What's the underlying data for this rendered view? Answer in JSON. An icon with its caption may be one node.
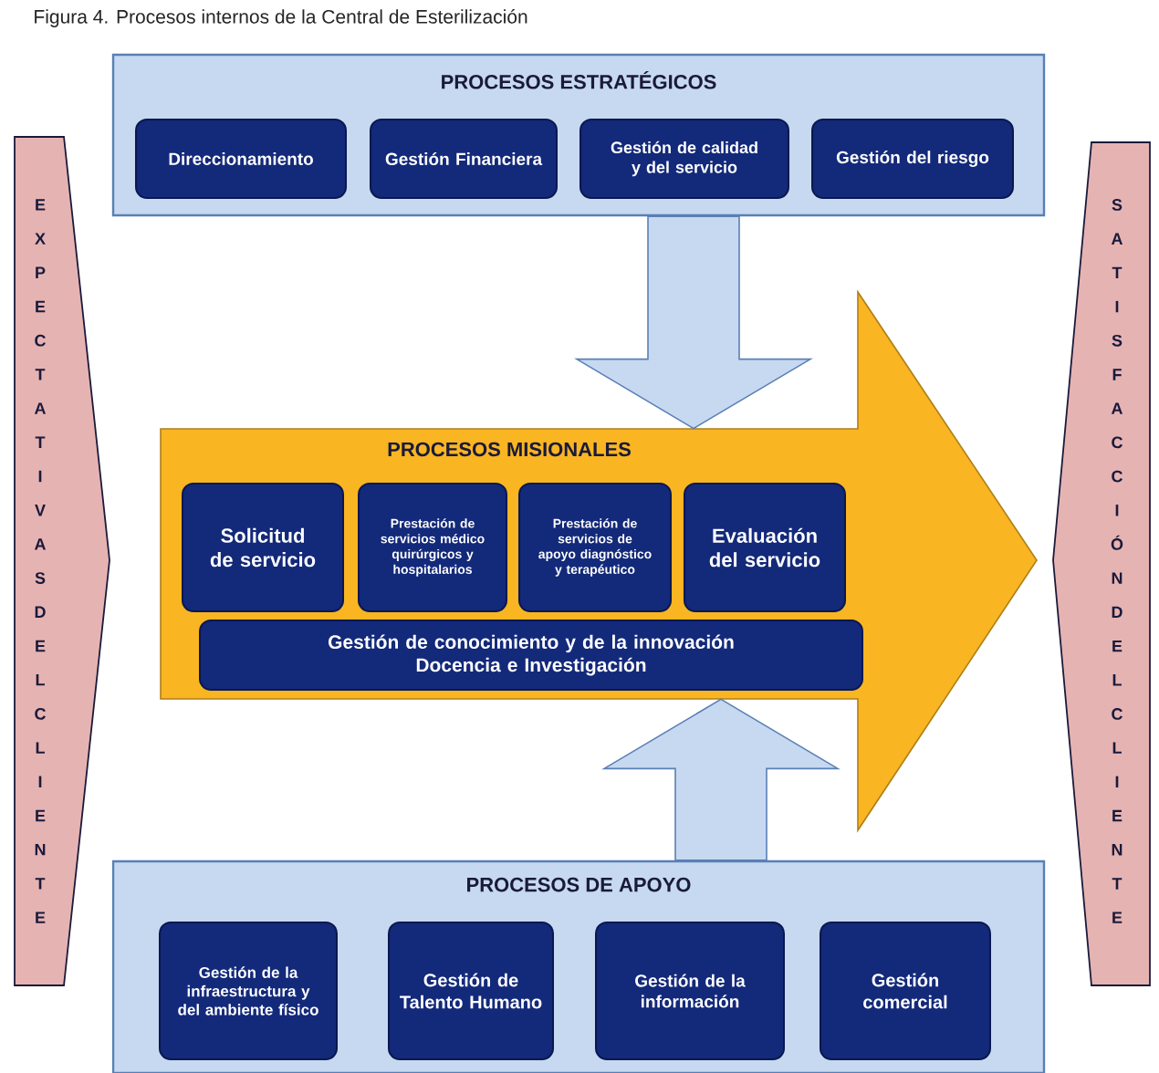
{
  "diagram": {
    "title": "Figura 4. Procesos internos de la Central de Esterilización",
    "nodes": [
      {
        "text": [
          "PROCESOS ESTRATÉGICOS"
        ]
      },
      {
        "text": [
          "Direccionamiento"
        ],
        "in": 0
      },
      {
        "text": [
          "Gestión Financiera"
        ],
        "in": 0
      },
      {
        "text": [
          "Gestión de calidad y del servicio"
        ],
        "in": 0
      },
      {
        "text": [
          "Gestión del riesgo"
        ],
        "in": 0
      },
      {
        "text": [
          "PROCESOS MISIONALES"
        ]
      },
      {
        "text": [
          "Solicitud de servicio"
        ],
        "in": 5
      },
      {
        "text": [
          "Prestación de servicios médico quirúrgicos y hospitalarios"
        ],
        "in": 5
      },
      {
        "text": [
          "Prestación de servicios de apoyo diagnóstico y terapéutico"
        ],
        "in": 5
      },
      {
        "text": [
          "Evaluación del servicio"
        ],
        "in": 5
      },
      {
        "text": [
          "Gestión de conocimiento y de la innovación",
          "Docencia e Investigación"
        ],
        "in": 5
      },
      {
        "text": [
          "PROCESOS DE APOYO"
        ]
      },
      {
        "text": [
          "Gestión de la infraestructura y del ambiente físico"
        ],
        "in": 11
      },
      {
        "text": [
          "Gestión de Talento Humano"
        ],
        "in": 11
      },
      {
        "text": [
          "Gestión de la información"
        ],
        "in": 11
      },
      {
        "text": [
          "Gestión comercial"
        ],
        "in": 11
      },
      {
        "text": [
          "EXPECTATIVAS DEL CLIENTE"
        ]
      },
      {
        "text": [
          "SATISFACCIÓN DEL CLIENTE"
        ]
      }
    ],
    "edges": [
      {
        "from": 0,
        "to": 5,
        "arrow": "to"
      },
      {
        "from": 11,
        "to": 5,
        "arrow": "to"
      }
    ]
  }
}
